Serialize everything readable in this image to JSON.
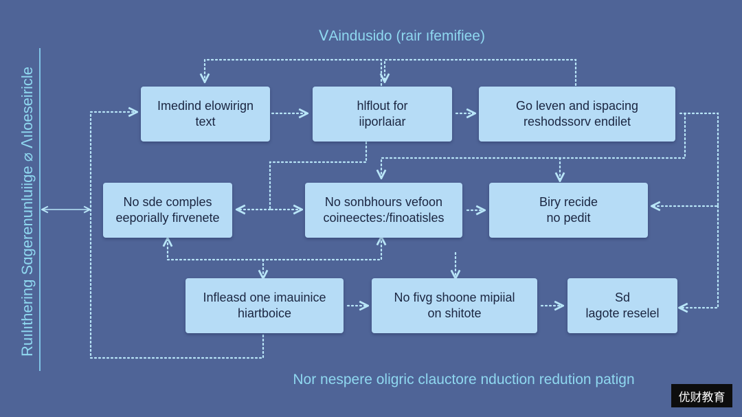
{
  "title": "ᐯAindusido (rair ıfemifiee)",
  "side_label": "Ruılıthering  Sɑgerenunluiige ⌀ ᐱıloeseiricle",
  "footer": "Nor nespere oligric clauctore nduction redution patign",
  "watermark": "优财教育",
  "nodes": [
    {
      "id": "n1",
      "line1": "Imedind elowirign",
      "line2": "text"
    },
    {
      "id": "n2",
      "line1": "hlflout for",
      "line2": "iiporlaiar"
    },
    {
      "id": "n3",
      "line1": "Go leven and ispacing",
      "line2": "reshodssorv endilet"
    },
    {
      "id": "n4",
      "line1": "No sde comples",
      "line2": "eeporially firvenete"
    },
    {
      "id": "n5",
      "line1": "No sonbhours vefoon",
      "line2": "coineectes:/finoatisles"
    },
    {
      "id": "n6",
      "line1": "Biry recide",
      "line2": "no pedit"
    },
    {
      "id": "n7",
      "line1": "Infleasd one imauinice",
      "line2": "hiartboice"
    },
    {
      "id": "n8",
      "line1": "No fivg shoone mipiial",
      "line2": "on shitote"
    },
    {
      "id": "n9",
      "line1": "Sd",
      "line2": "lagote reselel"
    }
  ],
  "colors": {
    "background": "#4f6497",
    "node_fill": "#b6dcf6",
    "connector": "#b9e6f8",
    "accent_text": "#8fd8f0"
  }
}
